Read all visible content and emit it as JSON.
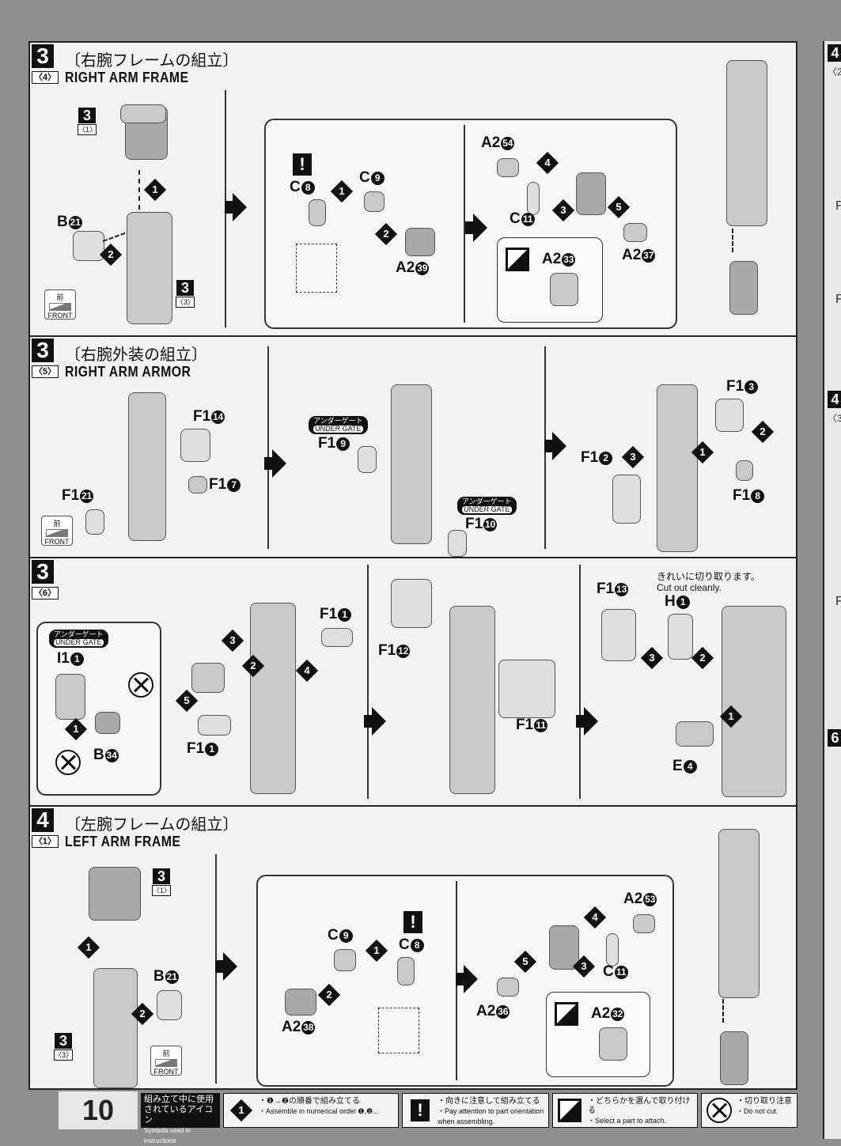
{
  "page": {
    "number": "10"
  },
  "sections": [
    {
      "step": "3",
      "sub": "〈4〉",
      "title_jp": "〔右腕フレームの組立〕",
      "title_en": "RIGHT ARM FRAME",
      "parts": {
        "b21": "B",
        "c8": "C",
        "c9": "C",
        "a2_39": "A2",
        "a2_54": "A2",
        "c11": "C",
        "a2_33": "A2",
        "a2_37": "A2"
      }
    },
    {
      "step": "3",
      "sub": "〈5〉",
      "title_jp": "〔右腕外装の組立〕",
      "title_en": "RIGHT ARM ARMOR",
      "parts": {
        "f1_14": "F1",
        "f1_7": "F1",
        "f1_21": "F1",
        "f1_9": "F1",
        "f1_10": "F1",
        "f1_3": "F1",
        "f1_2": "F1",
        "f1_8": "F1"
      }
    },
    {
      "step": "3",
      "sub": "〈6〉",
      "title_jp": "",
      "title_en": "",
      "parts": {
        "i1_1": "I1",
        "b34": "B",
        "f1_1a": "F1",
        "f1_1b": "F1",
        "f1_12": "F1",
        "f1_11": "F1",
        "f1_13": "F1",
        "h1": "H",
        "e4": "E"
      },
      "note_jp": "きれいに切り取ります。",
      "note_en": "Cut out cleanly."
    },
    {
      "step": "4",
      "sub": "〈1〉",
      "title_jp": "〔左腕フレームの組立〕",
      "title_en": "LEFT ARM FRAME",
      "parts": {
        "b21": "B",
        "c9": "C",
        "c8": "C",
        "a2_38": "A2",
        "a2_53": "A2",
        "c11": "C",
        "a2_36": "A2",
        "a2_32": "A2"
      }
    }
  ],
  "labels": {
    "front_jp": "前",
    "front_en": "FRONT",
    "gate_jp": "アンダーゲート",
    "gate_en": "UNDER GATE",
    "ref_3": "3",
    "ref_sub_1": "〈1〉",
    "ref_sub_3": "〈3〉"
  },
  "nums": {
    "n1": "1",
    "n2": "2",
    "n3": "3",
    "n4": "4",
    "n5": "5",
    "n7": "7",
    "n8": "8",
    "n9": "9",
    "n10": "10",
    "n11": "11",
    "n12": "12",
    "n13": "13",
    "n14": "14",
    "n21": "21",
    "n32": "32",
    "n33": "33",
    "n34": "34",
    "n36": "36",
    "n37": "37",
    "n38": "38",
    "n39": "39",
    "n53": "53",
    "n54": "54"
  },
  "right_strip": {
    "n4a": "4",
    "sub_a": "〈2",
    "n4b": "4",
    "sub_b": "〈3",
    "n6": "6",
    "letter": "F"
  },
  "legend": {
    "title_jp": "組み立て中に使用されているアイコン",
    "title_en": "Symbols used in instructions",
    "order_jp": "・❶→❷の順番で組み立てる",
    "order_en": "・Assemble in numerical order ❶,❷...",
    "orient_jp": "・向きに注意して組み立てる",
    "orient_en": "・Pay attention to part orientation when assembling.",
    "select_jp": "・どちらかを選んで取り付ける",
    "select_en": "・Select a part to attach.",
    "cut_jp": "・切り取り注意",
    "cut_en": "・Do not cut."
  }
}
